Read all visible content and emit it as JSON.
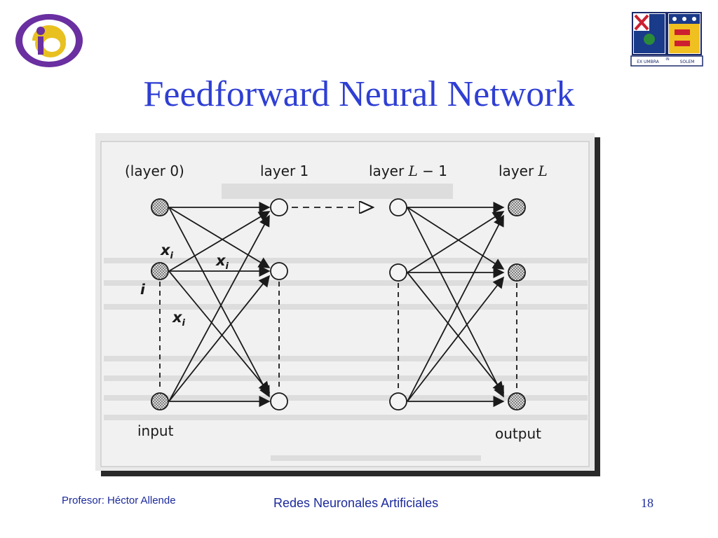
{
  "slide": {
    "title": "Feedforward Neural Network",
    "footer": {
      "author": "Profesor: Héctor Allende",
      "course": "Redes Neuronales Artificiales",
      "page": "18"
    },
    "seal_text": {
      "left": "EX UMBRA",
      "mid": "IN",
      "right": "SOLEM"
    }
  },
  "diagram": {
    "layers": {
      "layer0": "(layer 0)",
      "layer1": "layer 1",
      "layerL1_prefix": "layer",
      "layerL1_var": "L",
      "layerL1_suffix": " − 1",
      "layerL_prefix": "layer",
      "layerL_var": "L"
    },
    "input_label": "input",
    "output_label": "output",
    "var_x": "x",
    "var_sub": "i",
    "var_i": "i"
  },
  "colors": {
    "title": "#2f3fd3",
    "footer": "#1c2a9c",
    "ink": "#1a1a1a"
  }
}
